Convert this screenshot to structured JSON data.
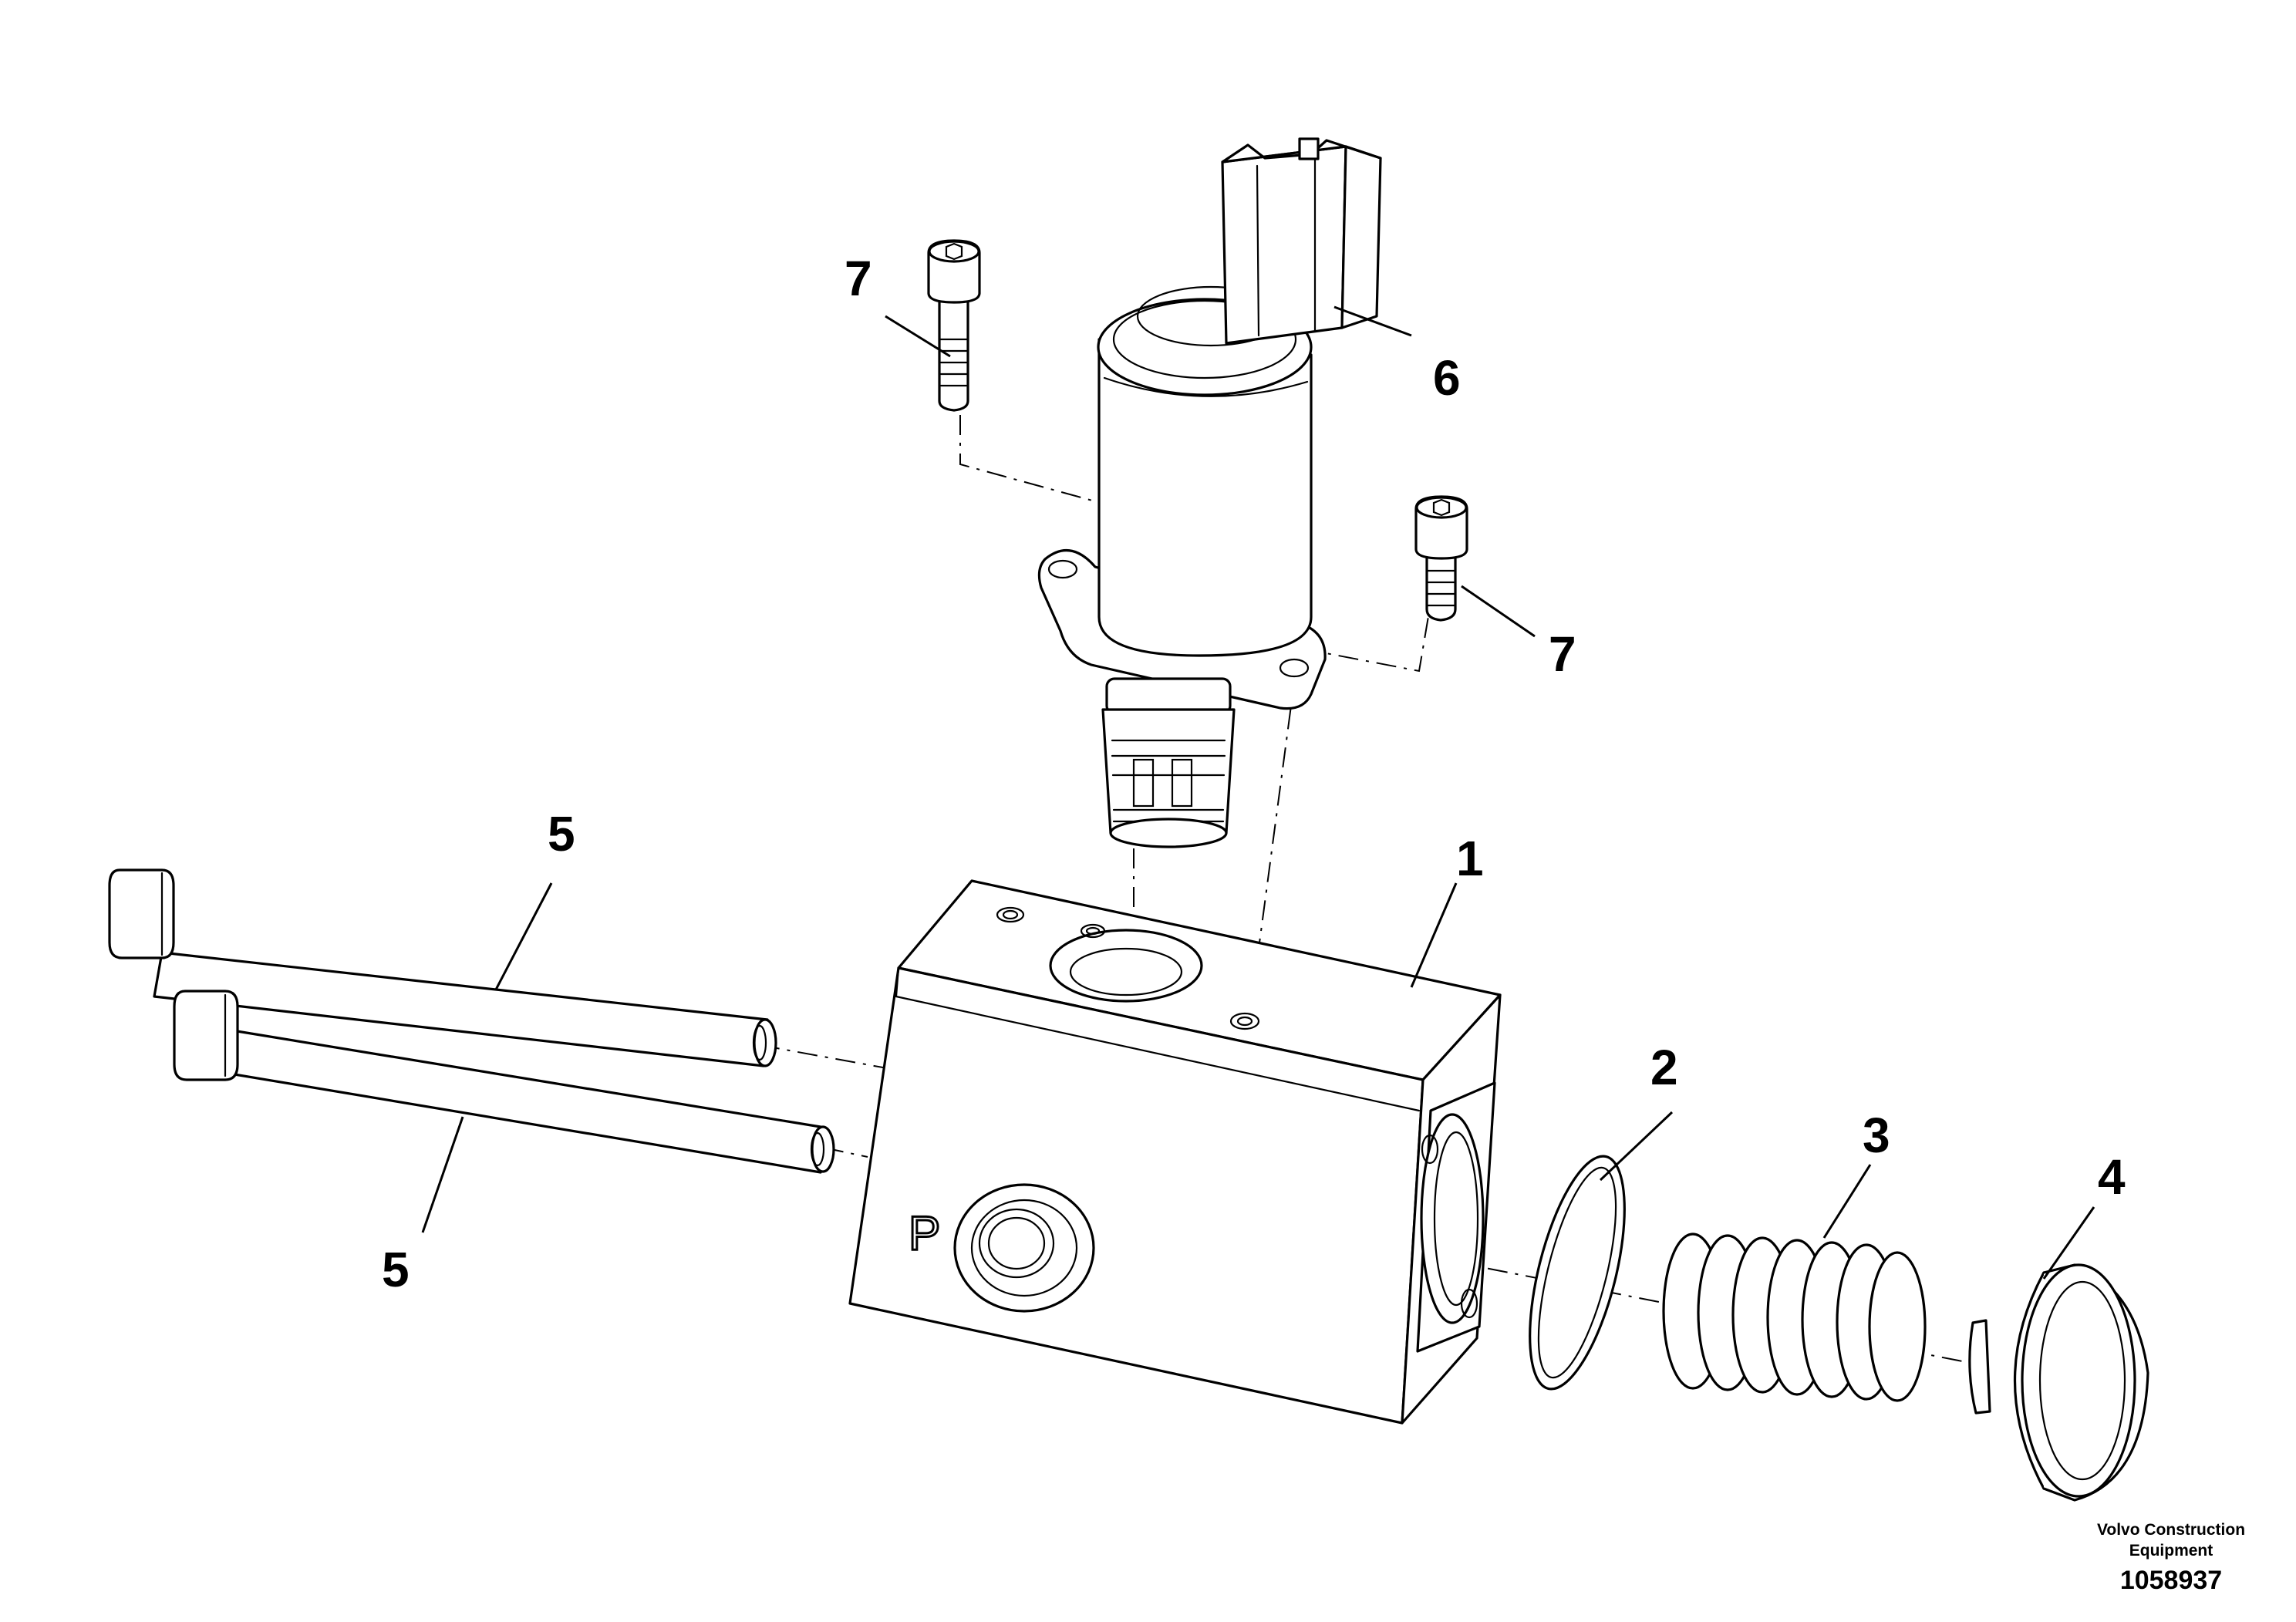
{
  "diagram": {
    "callouts": [
      {
        "id": "c1",
        "label": "1",
        "part": "valve-block"
      },
      {
        "id": "c2",
        "label": "2",
        "part": "o-ring"
      },
      {
        "id": "c3",
        "label": "3",
        "part": "spring"
      },
      {
        "id": "c4",
        "label": "4",
        "part": "plug"
      },
      {
        "id": "c5a",
        "label": "5",
        "part": "long-screw"
      },
      {
        "id": "c5b",
        "label": "5",
        "part": "long-screw"
      },
      {
        "id": "c6",
        "label": "6",
        "part": "solenoid-valve"
      },
      {
        "id": "c7a",
        "label": "7",
        "part": "cap-screw"
      },
      {
        "id": "c7b",
        "label": "7",
        "part": "cap-screw"
      }
    ],
    "port_marking": "P"
  },
  "credit": {
    "line1": "Volvo Construction",
    "line2": "Equipment",
    "drawing_number": "1058937"
  }
}
